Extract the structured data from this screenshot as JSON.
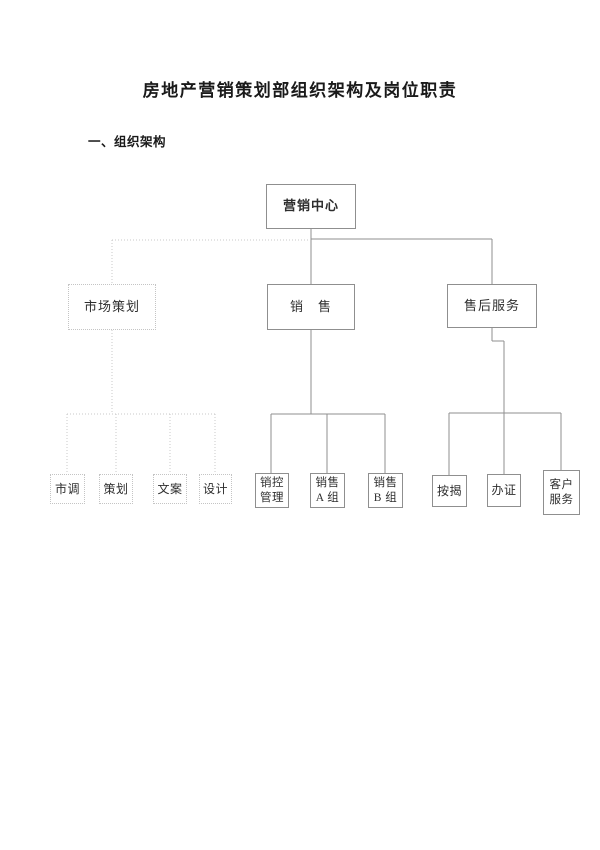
{
  "document": {
    "title": "房地产营销策划部组织架构及岗位职责",
    "section_heading": "一、组织架构"
  },
  "org_chart": {
    "root_label": "营销中心",
    "level2": {
      "market_planning": "市场策划",
      "sales": "销　售",
      "after_sales": "售后服务"
    },
    "market_planning_children": [
      "市调",
      "策划",
      "文案",
      "设计"
    ],
    "sales_children": [
      {
        "line1": "销控",
        "line2": "管理"
      },
      {
        "line1": "销售",
        "line2": "A 组"
      },
      {
        "line1": "销售",
        "line2": "B 组"
      }
    ],
    "after_sales_children": {
      "mortgage": "按揭",
      "certificates": "办证",
      "customer_service": {
        "line1": "客户",
        "line2": "服务"
      }
    }
  },
  "colors": {
    "solid_line": "#8f8f8f",
    "dotted_line": "#c9c9c9",
    "text": "#2e2e2e",
    "background": "#ffffff"
  }
}
